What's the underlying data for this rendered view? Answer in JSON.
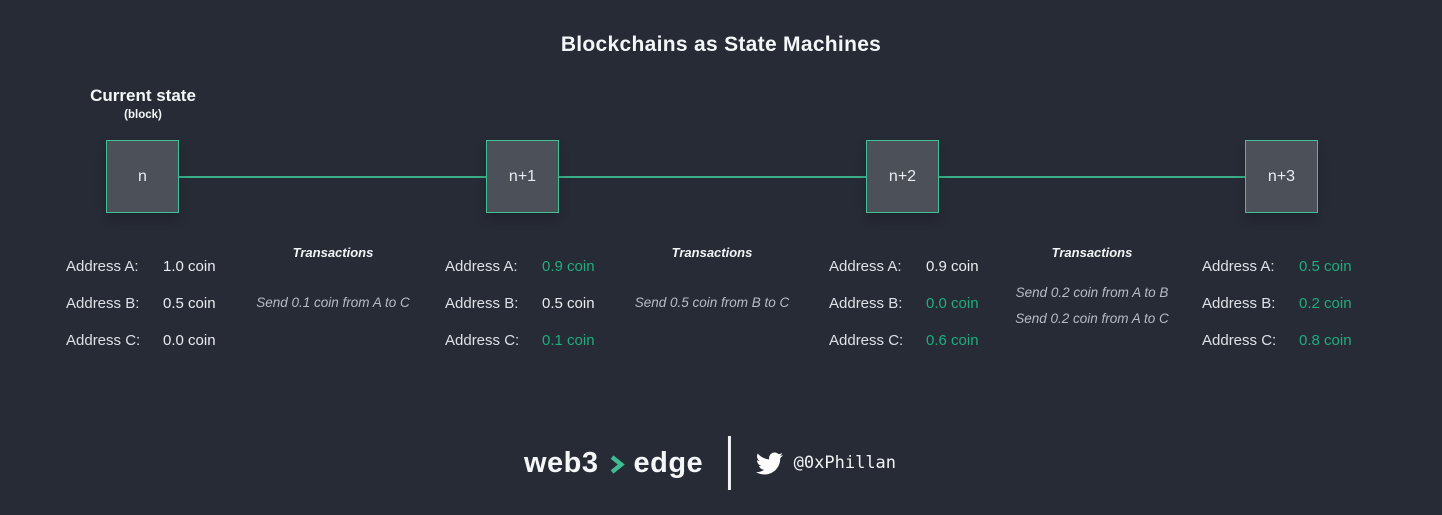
{
  "title": "Blockchains as State Machines",
  "colors": {
    "background": "#272b36",
    "accent_green": "#43bf97",
    "connector_green": "#3aae88",
    "value_green": "#1ead7c",
    "block_fill": "#4b5059",
    "text_white": "#f4f6f7"
  },
  "current_state_label": {
    "line1": "Current state",
    "line2": "(block)"
  },
  "blocks": [
    {
      "label": "n"
    },
    {
      "label": "n+1"
    },
    {
      "label": "n+2"
    },
    {
      "label": "n+3"
    }
  ],
  "states": [
    {
      "rows": [
        {
          "label": "Address A:",
          "value": "1.0 coin",
          "highlight": false
        },
        {
          "label": "Address B:",
          "value": "0.5 coin",
          "highlight": false
        },
        {
          "label": "Address C:",
          "value": "0.0 coin",
          "highlight": false
        }
      ]
    },
    {
      "rows": [
        {
          "label": "Address A:",
          "value": "0.9 coin",
          "highlight": true
        },
        {
          "label": "Address B:",
          "value": "0.5 coin",
          "highlight": false
        },
        {
          "label": "Address C:",
          "value": "0.1 coin",
          "highlight": true
        }
      ]
    },
    {
      "rows": [
        {
          "label": "Address A:",
          "value": "0.9 coin",
          "highlight": false
        },
        {
          "label": "Address B:",
          "value": "0.0 coin",
          "highlight": true
        },
        {
          "label": "Address C:",
          "value": "0.6 coin",
          "highlight": true
        }
      ]
    },
    {
      "rows": [
        {
          "label": "Address A:",
          "value": "0.5 coin",
          "highlight": true
        },
        {
          "label": "Address B:",
          "value": "0.2 coin",
          "highlight": true
        },
        {
          "label": "Address C:",
          "value": "0.8 coin",
          "highlight": true
        }
      ]
    }
  ],
  "transactions": [
    {
      "heading": "Transactions",
      "lines": [
        "Send 0.1 coin from A to C"
      ]
    },
    {
      "heading": "Transactions",
      "lines": [
        "Send 0.5 coin from B to C"
      ]
    },
    {
      "heading": "Transactions",
      "lines": [
        "Send 0.2 coin from A to B",
        "Send 0.2 coin from A to C"
      ]
    }
  ],
  "footer": {
    "logo_web3": "web3",
    "logo_edge": "edge",
    "chevron_icon": "chevron-right-icon",
    "twitter_icon": "twitter-bird-icon",
    "handle": "@0xPhillan"
  }
}
